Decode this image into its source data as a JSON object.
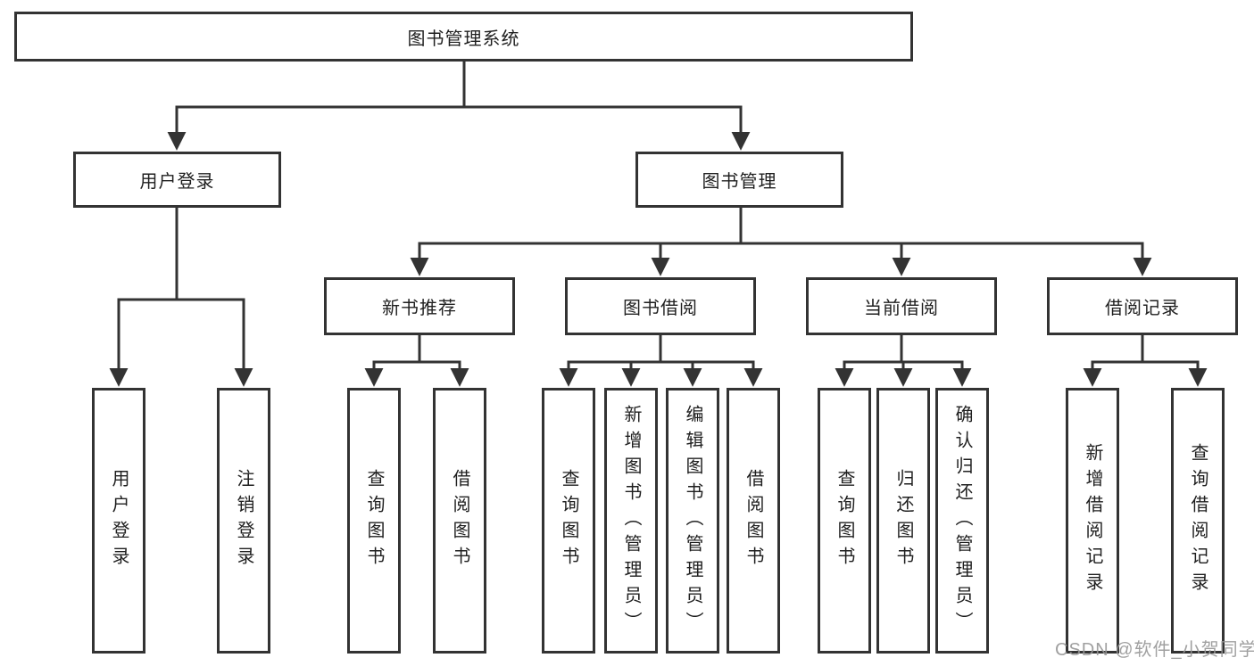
{
  "diagram": {
    "title": "图书管理系统",
    "root": {
      "label": "图书管理系统"
    },
    "branches": [
      {
        "label": "用户登录",
        "children": [
          {
            "label": "用户登录"
          },
          {
            "label": "注销登录"
          }
        ]
      },
      {
        "label": "图书管理",
        "children": [
          {
            "label": "新书推荐",
            "children": [
              {
                "label": "查询图书"
              },
              {
                "label": "借阅图书"
              }
            ]
          },
          {
            "label": "图书借阅",
            "children": [
              {
                "label": "查询图书"
              },
              {
                "label": "新增图书（管理员）"
              },
              {
                "label": "编辑图书（管理员）"
              },
              {
                "label": "借阅图书"
              }
            ]
          },
          {
            "label": "当前借阅",
            "children": [
              {
                "label": "查询图书"
              },
              {
                "label": "归还图书"
              },
              {
                "label": "确认归还（管理员）"
              }
            ]
          },
          {
            "label": "借阅记录",
            "children": [
              {
                "label": "新增借阅记录"
              },
              {
                "label": "查询借阅记录"
              }
            ]
          }
        ]
      }
    ]
  },
  "watermark": {
    "text": "CSDN @软件_小贺同学"
  },
  "colors": {
    "line": "#333333",
    "text": "#1f1f1f",
    "background": "#ffffff",
    "watermark": "#969696"
  }
}
